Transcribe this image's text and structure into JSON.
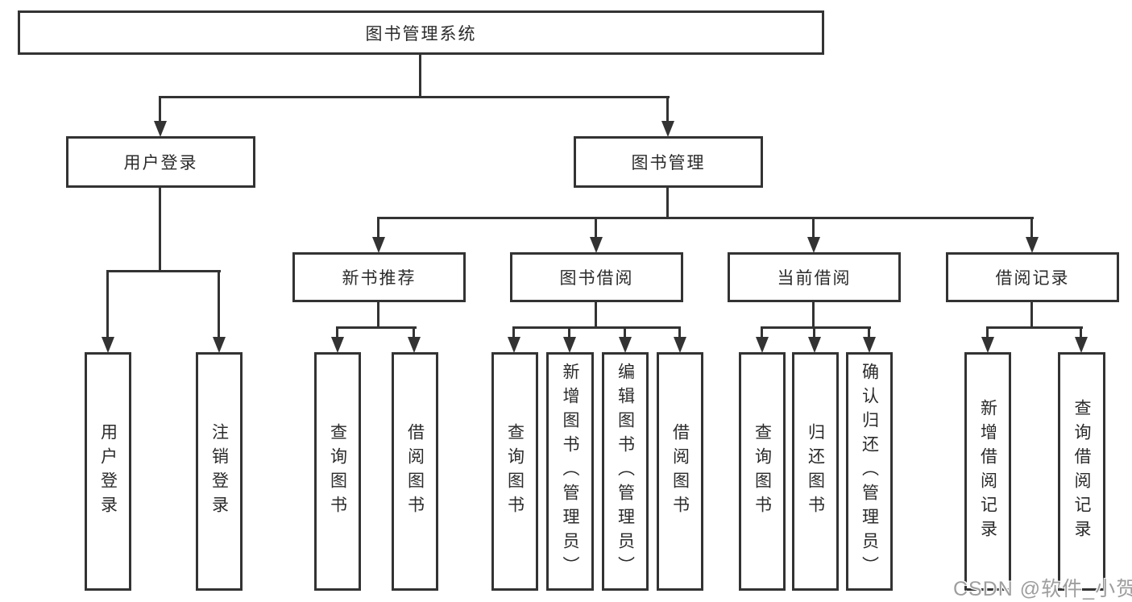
{
  "diagram": {
    "root": {
      "label": "图书管理系统"
    },
    "user_login": {
      "label": "用户登录",
      "children": [
        "用户登录",
        "注销登录"
      ]
    },
    "book_mgmt": {
      "label": "图书管理"
    },
    "modules": {
      "new_book": {
        "label": "新书推荐",
        "children": [
          "查询图书",
          "借阅图书"
        ]
      },
      "borrow": {
        "label": "图书借阅",
        "children": [
          "查询图书",
          "新增图书（管理员）",
          "编辑图书（管理员）",
          "借阅图书"
        ]
      },
      "current": {
        "label": "当前借阅",
        "children": [
          "查询图书",
          "归还图书",
          "确认归还（管理员）"
        ]
      },
      "records": {
        "label": "借阅记录",
        "children": [
          "新增借阅记录",
          "查询借阅记录"
        ]
      }
    }
  },
  "watermark": {
    "text": "CSDN @软件_小贺同学"
  },
  "colors": {
    "line": "#333333",
    "text": "#2b2b2b",
    "watermark": "#9e9e9e",
    "background": "#ffffff"
  }
}
